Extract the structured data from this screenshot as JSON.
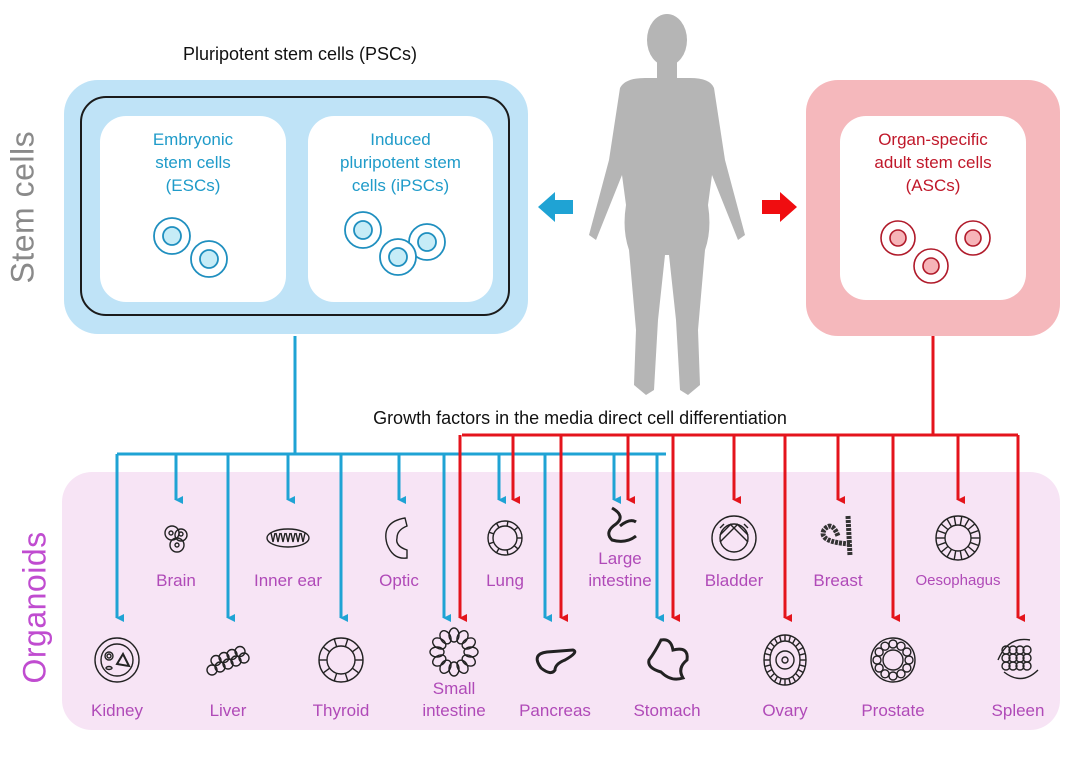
{
  "section_labels": {
    "stem_cells": "Stem cells",
    "organoids": "Organoids"
  },
  "pluripotent": {
    "title": "Pluripotent stem cells (PSCs)",
    "esc": {
      "label": "Embryonic\nstem cells\n(ESCs)"
    },
    "ipsc": {
      "label": "Induced\npluripotent stem\ncells (iPSCs)"
    }
  },
  "adult": {
    "label": "Organ-specific\nadult stem cells\n(ASCs)"
  },
  "body_figure": {
    "icon": "human-silhouette-icon"
  },
  "growth_factors_text": "Growth factors in the media direct cell differentiation",
  "colors": {
    "psc_blue": "#1fa3d4",
    "asc_red": "#e4141c",
    "psc_bg": "#bfe3f7",
    "asc_bg": "#f5b8bc",
    "organoid_bg": "#f7e4f5",
    "organoid_text": "#b04ab8"
  },
  "organoids": {
    "row1": [
      {
        "name": "Brain",
        "sources": [
          "PSC"
        ]
      },
      {
        "name": "Inner ear",
        "sources": [
          "PSC"
        ]
      },
      {
        "name": "Optic",
        "sources": [
          "PSC"
        ]
      },
      {
        "name": "Lung",
        "sources": [
          "PSC",
          "ASC"
        ]
      },
      {
        "name": "Large\nintestine",
        "sources": [
          "PSC",
          "ASC"
        ]
      },
      {
        "name": "Bladder",
        "sources": [
          "ASC"
        ]
      },
      {
        "name": "Breast",
        "sources": [
          "ASC"
        ]
      },
      {
        "name": "Oesophagus",
        "sources": [
          "ASC"
        ]
      }
    ],
    "row2": [
      {
        "name": "Kidney",
        "sources": [
          "PSC"
        ]
      },
      {
        "name": "Liver",
        "sources": [
          "PSC"
        ]
      },
      {
        "name": "Thyroid",
        "sources": [
          "PSC"
        ]
      },
      {
        "name": "Small\nintestine",
        "sources": [
          "PSC",
          "ASC"
        ]
      },
      {
        "name": "Pancreas",
        "sources": [
          "PSC",
          "ASC"
        ]
      },
      {
        "name": "Stomach",
        "sources": [
          "PSC",
          "ASC"
        ]
      },
      {
        "name": "Ovary",
        "sources": [
          "ASC"
        ]
      },
      {
        "name": "Prostate",
        "sources": [
          "ASC"
        ]
      },
      {
        "name": "Spleen",
        "sources": [
          "ASC"
        ]
      }
    ]
  }
}
